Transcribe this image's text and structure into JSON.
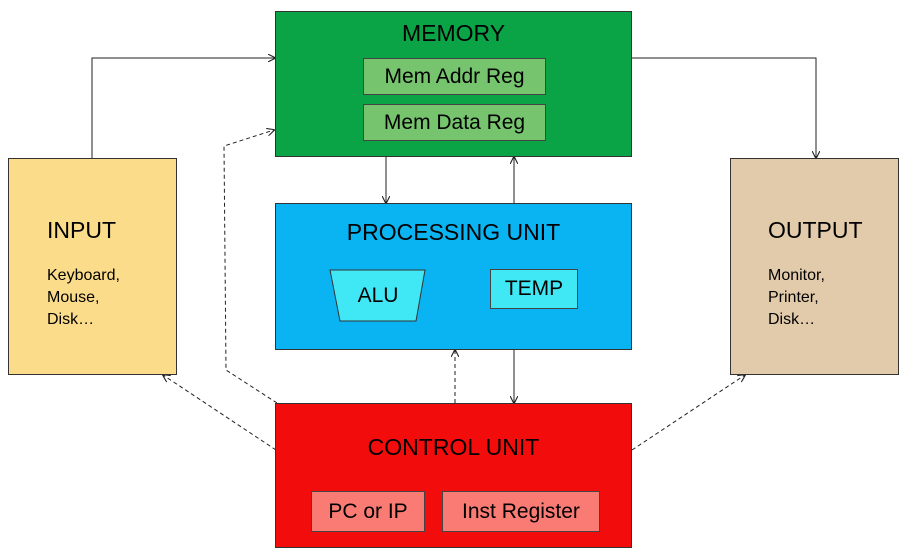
{
  "memory": {
    "title": "MEMORY",
    "registers": [
      "Mem Addr Reg",
      "Mem Data Reg"
    ],
    "color": "#0aa346",
    "register_color": "#77c46e"
  },
  "processing_unit": {
    "title": "PROCESSING UNIT",
    "alu_label": "ALU",
    "temp_label": "TEMP",
    "color": "#0ab4f2",
    "inner_color": "#40e8f6"
  },
  "control_unit": {
    "title": "CONTROL UNIT",
    "registers": [
      "PC or IP",
      "Inst Register"
    ],
    "color": "#f20c0c",
    "register_color": "#fa7b74"
  },
  "input": {
    "title": "INPUT",
    "devices": [
      "Keyboard,",
      "Mouse,",
      "Disk…"
    ],
    "color": "#fbdc8a"
  },
  "output": {
    "title": "OUTPUT",
    "devices": [
      "Monitor,",
      "Printer,",
      "Disk…"
    ],
    "color": "#e2cbaa"
  }
}
